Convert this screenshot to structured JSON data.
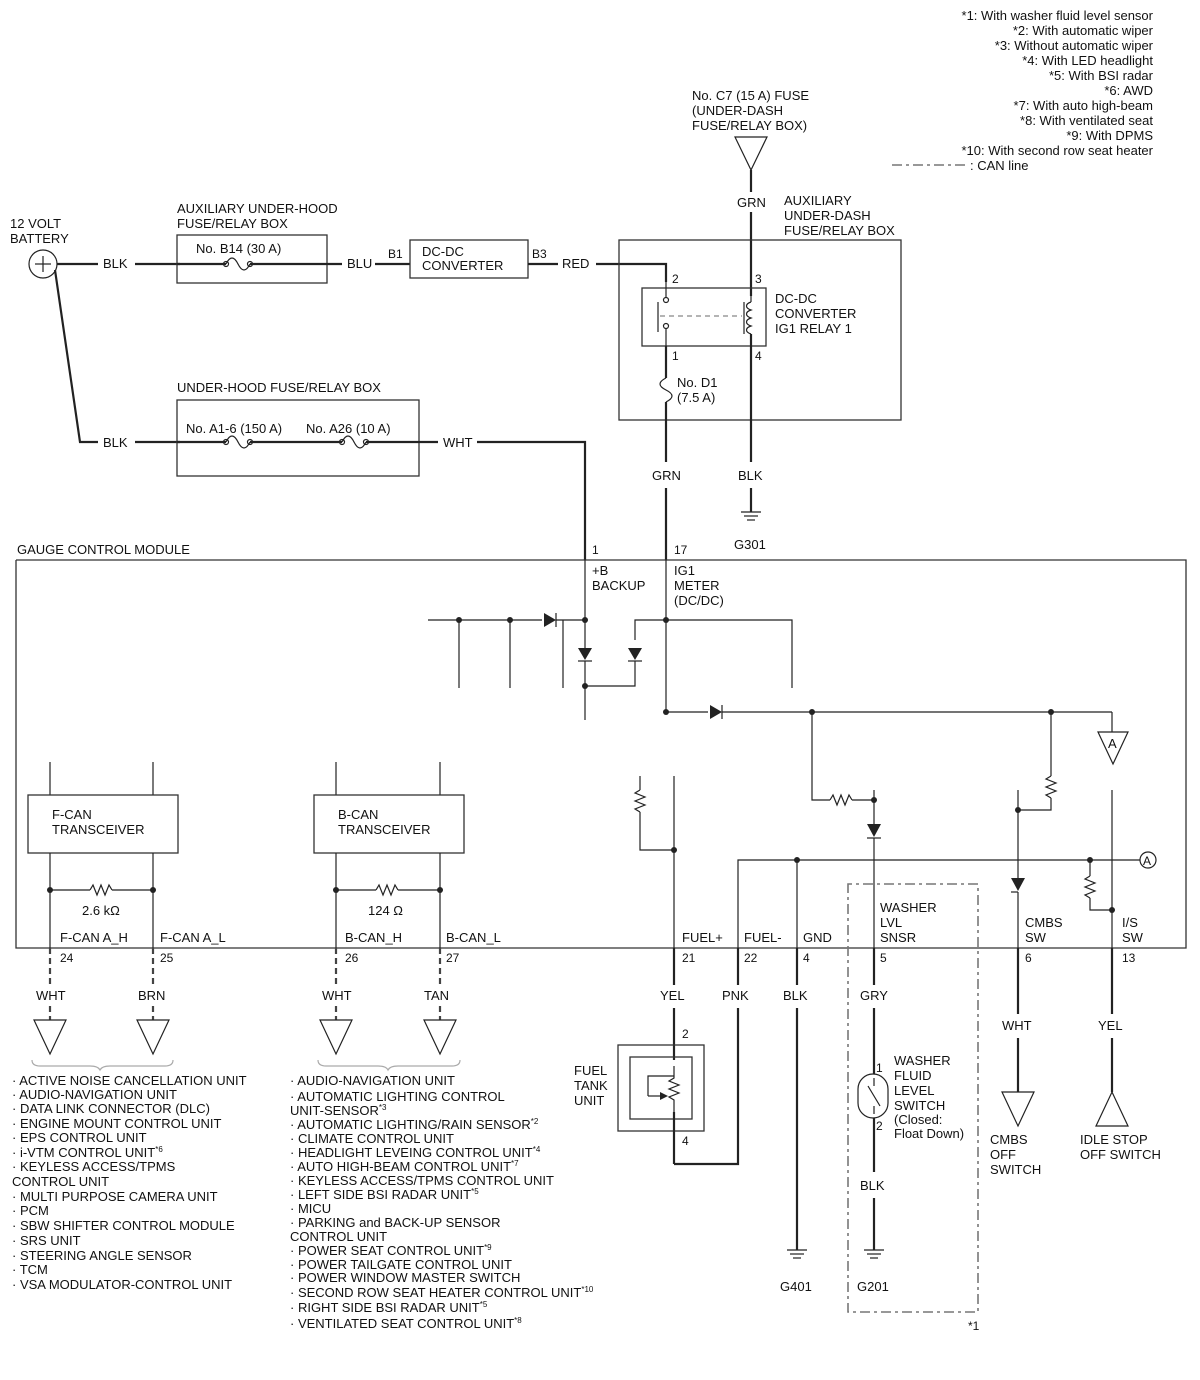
{
  "notes": [
    "*1: With washer fluid level sensor",
    "*2: With automatic wiper",
    "*3: Without automatic wiper",
    "*4: With LED headlight",
    "*5: With BSI radar",
    "*6: AWD",
    "*7: With auto high-beam",
    "*8: With ventilated seat",
    "*9: With DPMS",
    "*10: With second row seat heater"
  ],
  "can_line_note": ": CAN line",
  "battery": [
    "12 VOLT",
    "BATTERY"
  ],
  "aux_underhood": {
    "title": [
      "AUXILIARY UNDER-HOOD",
      "FUSE/RELAY BOX"
    ],
    "fuse": "No. B14 (30 A)"
  },
  "dcdc": {
    "label": [
      "DC-DC",
      "CONVERTER"
    ],
    "pin_in": "B1",
    "pin_out": "B3"
  },
  "fuse_c7": [
    "No. C7 (15 A) FUSE",
    "(UNDER-DASH",
    "FUSE/RELAY BOX)"
  ],
  "aux_underdash": {
    "title": [
      "AUXILIARY",
      "UNDER-DASH",
      "FUSE/RELAY BOX"
    ],
    "relay": [
      "DC-DC",
      "CONVERTER",
      "IG1 RELAY 1"
    ],
    "fuse": [
      "No. D1",
      "(7.5 A)"
    ],
    "pins": [
      "2",
      "3",
      "1",
      "4"
    ]
  },
  "underhood": {
    "title": "UNDER-HOOD FUSE/RELAY BOX",
    "fuse1": "No. A1-6 (150 A)",
    "fuse2": "No. A26 (10 A)"
  },
  "wires": {
    "blk1": "BLK",
    "blu": "BLU",
    "red": "RED",
    "grn_top": "GRN",
    "blk2": "BLK",
    "wht": "WHT",
    "grn": "GRN",
    "blk3": "BLK"
  },
  "ground_g301": "G301",
  "gcm": {
    "title": "GAUGE CONTROL MODULE",
    "pin1": {
      "num": "1",
      "label": [
        "+B",
        "BACKUP"
      ]
    },
    "pin17": {
      "num": "17",
      "label": [
        "IG1",
        "METER",
        "(DC/DC)"
      ]
    },
    "fcan": [
      "F-CAN",
      "TRANSCEIVER"
    ],
    "bcan": [
      "B-CAN",
      "TRANSCEIVER"
    ],
    "r_fcan": "2.6 kΩ",
    "r_bcan": "124  Ω",
    "connector_a": "A",
    "bottom_pins": [
      {
        "label": [
          "F-CAN A_H"
        ],
        "num": "24",
        "wire": "WHT"
      },
      {
        "label": [
          "F-CAN A_L"
        ],
        "num": "25",
        "wire": "BRN"
      },
      {
        "label": [
          "B-CAN_H"
        ],
        "num": "26",
        "wire": "WHT"
      },
      {
        "label": [
          "B-CAN_L"
        ],
        "num": "27",
        "wire": "TAN"
      },
      {
        "label": [
          "FUEL+"
        ],
        "num": "21",
        "wire": "YEL"
      },
      {
        "label": [
          "FUEL-"
        ],
        "num": "22",
        "wire": "PNK"
      },
      {
        "label": [
          "GND"
        ],
        "num": "4",
        "wire": "BLK"
      },
      {
        "label": [
          "WASHER",
          "LVL",
          "SNSR"
        ],
        "num": "5",
        "wire": "GRY"
      },
      {
        "label": [
          "CMBS",
          "SW"
        ],
        "num": "6",
        "wire": "WHT"
      },
      {
        "label": [
          "I/S",
          "SW"
        ],
        "num": "13",
        "wire": "YEL"
      }
    ]
  },
  "fuel_tank": {
    "label": [
      "FUEL",
      "TANK",
      "UNIT"
    ],
    "pin_top": "2",
    "pin_bot": "4"
  },
  "washer_switch": {
    "label": [
      "WASHER",
      "FLUID",
      "LEVEL",
      "SWITCH",
      "(Closed:",
      "Float Down)"
    ],
    "pin_top": "1",
    "pin_bot": "2",
    "wire": "BLK",
    "ground": "G201",
    "note": "*1"
  },
  "ground_g401": "G401",
  "cmbs_switch": [
    "CMBS",
    "OFF",
    "SWITCH"
  ],
  "idle_switch": [
    "IDLE STOP",
    "OFF SWITCH"
  ],
  "fcan_list": [
    [
      "· ACTIVE NOISE CANCELLATION UNIT",
      ""
    ],
    [
      "· AUDIO-NAVIGATION UNIT",
      ""
    ],
    [
      "· DATA LINK CONNECTOR (DLC)",
      ""
    ],
    [
      "· ENGINE MOUNT CONTROL UNIT",
      ""
    ],
    [
      "· EPS CONTROL UNIT",
      ""
    ],
    [
      "· i-VTM CONTROL UNIT",
      "*6"
    ],
    [
      "· KEYLESS ACCESS/TPMS",
      ""
    ],
    [
      "CONTROL UNIT",
      ""
    ],
    [
      "· MULTI PURPOSE CAMERA UNIT",
      ""
    ],
    [
      "· PCM",
      ""
    ],
    [
      "· SBW SHIFTER CONTROL MODULE",
      ""
    ],
    [
      "· SRS UNIT",
      ""
    ],
    [
      "· STEERING ANGLE SENSOR",
      ""
    ],
    [
      "· TCM",
      ""
    ],
    [
      "· VSA MODULATOR-CONTROL UNIT",
      ""
    ]
  ],
  "bcan_list": [
    [
      "· AUDIO-NAVIGATION UNIT",
      ""
    ],
    [
      "· AUTOMATIC LIGHTING CONTROL",
      ""
    ],
    [
      "UNIT-SENSOR",
      "*3"
    ],
    [
      "· AUTOMATIC LIGHTING/RAIN SENSOR",
      "*2"
    ],
    [
      "· CLIMATE CONTROL UNIT",
      ""
    ],
    [
      "· HEADLIGHT LEVEING CONTROL UNIT",
      "*4"
    ],
    [
      "· AUTO HIGH-BEAM CONTROL UNIT",
      "*7"
    ],
    [
      "· KEYLESS ACCESS/TPMS CONTROL UNIT",
      ""
    ],
    [
      "· LEFT SIDE BSI RADAR UNIT",
      "*5"
    ],
    [
      "· MICU",
      ""
    ],
    [
      "· PARKING and BACK-UP SENSOR",
      ""
    ],
    [
      "CONTROL UNIT",
      ""
    ],
    [
      "· POWER SEAT CONTROL UNIT",
      "*9"
    ],
    [
      "· POWER TAILGATE CONTROL UNIT",
      ""
    ],
    [
      "· POWER WINDOW MASTER SWITCH",
      ""
    ],
    [
      "· SECOND ROW SEAT HEATER CONTROL UNIT",
      "*10"
    ],
    [
      "· RIGHT SIDE BSI RADAR UNIT",
      "*5"
    ],
    [
      "· VENTILATED SEAT CONTROL UNIT",
      "*8"
    ]
  ]
}
